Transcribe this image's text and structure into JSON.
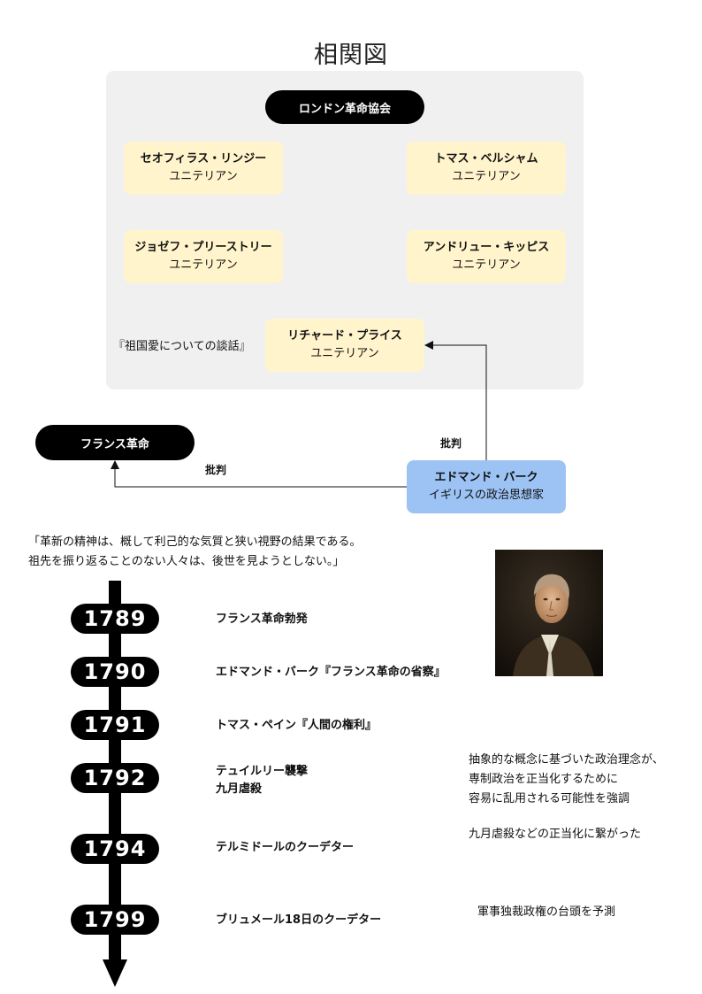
{
  "title": "相関図",
  "society": {
    "name": "ロンドン革命協会"
  },
  "members": [
    {
      "name": "セオフィラス・リンジー",
      "role": "ユニテリアン"
    },
    {
      "name": "トマス・ベルシャム",
      "role": "ユニテリアン"
    },
    {
      "name": "ジョゼフ・プリーストリー",
      "role": "ユニテリアン"
    },
    {
      "name": "アンドリュー・キッピス",
      "role": "ユニテリアン"
    }
  ],
  "price": {
    "name": "リチャード・プライス",
    "role": "ユニテリアン",
    "work": "『祖国愛についての談話』"
  },
  "french_revolution": "フランス革命",
  "burke": {
    "name": "エドマンド・バーク",
    "role": "イギリスの政治思想家"
  },
  "edges": {
    "to_price": "批判",
    "to_revolution": "批判"
  },
  "quote": [
    "「革新の精神は、概して利己的な気質と狭い視野の結果である。",
    "祖先を振り返ることのない人々は、後世を見ようとしない。」"
  ],
  "timeline": [
    {
      "year": "1789",
      "events": [
        "フランス革命勃発"
      ]
    },
    {
      "year": "1790",
      "events": [
        "エドマンド・バーク『フランス革命の省察』"
      ]
    },
    {
      "year": "1791",
      "events": [
        "トマス・ペイン『人間の権利』"
      ]
    },
    {
      "year": "1792",
      "events": [
        "テュイルリー襲撃",
        "九月虐殺"
      ]
    },
    {
      "year": "1794",
      "events": [
        "テルミドールのクーデター"
      ]
    },
    {
      "year": "1799",
      "events": [
        "ブリュメール18日のクーデター"
      ]
    }
  ],
  "notes": {
    "abstract": [
      "抽象的な概念に基づいた政治理念が、",
      "専制政治を正当化するために",
      "容易に乱用される可能性を強調"
    ],
    "massacre": "九月虐殺などの正当化に繋がった",
    "military": "軍事独裁政権の台頭を予測"
  }
}
